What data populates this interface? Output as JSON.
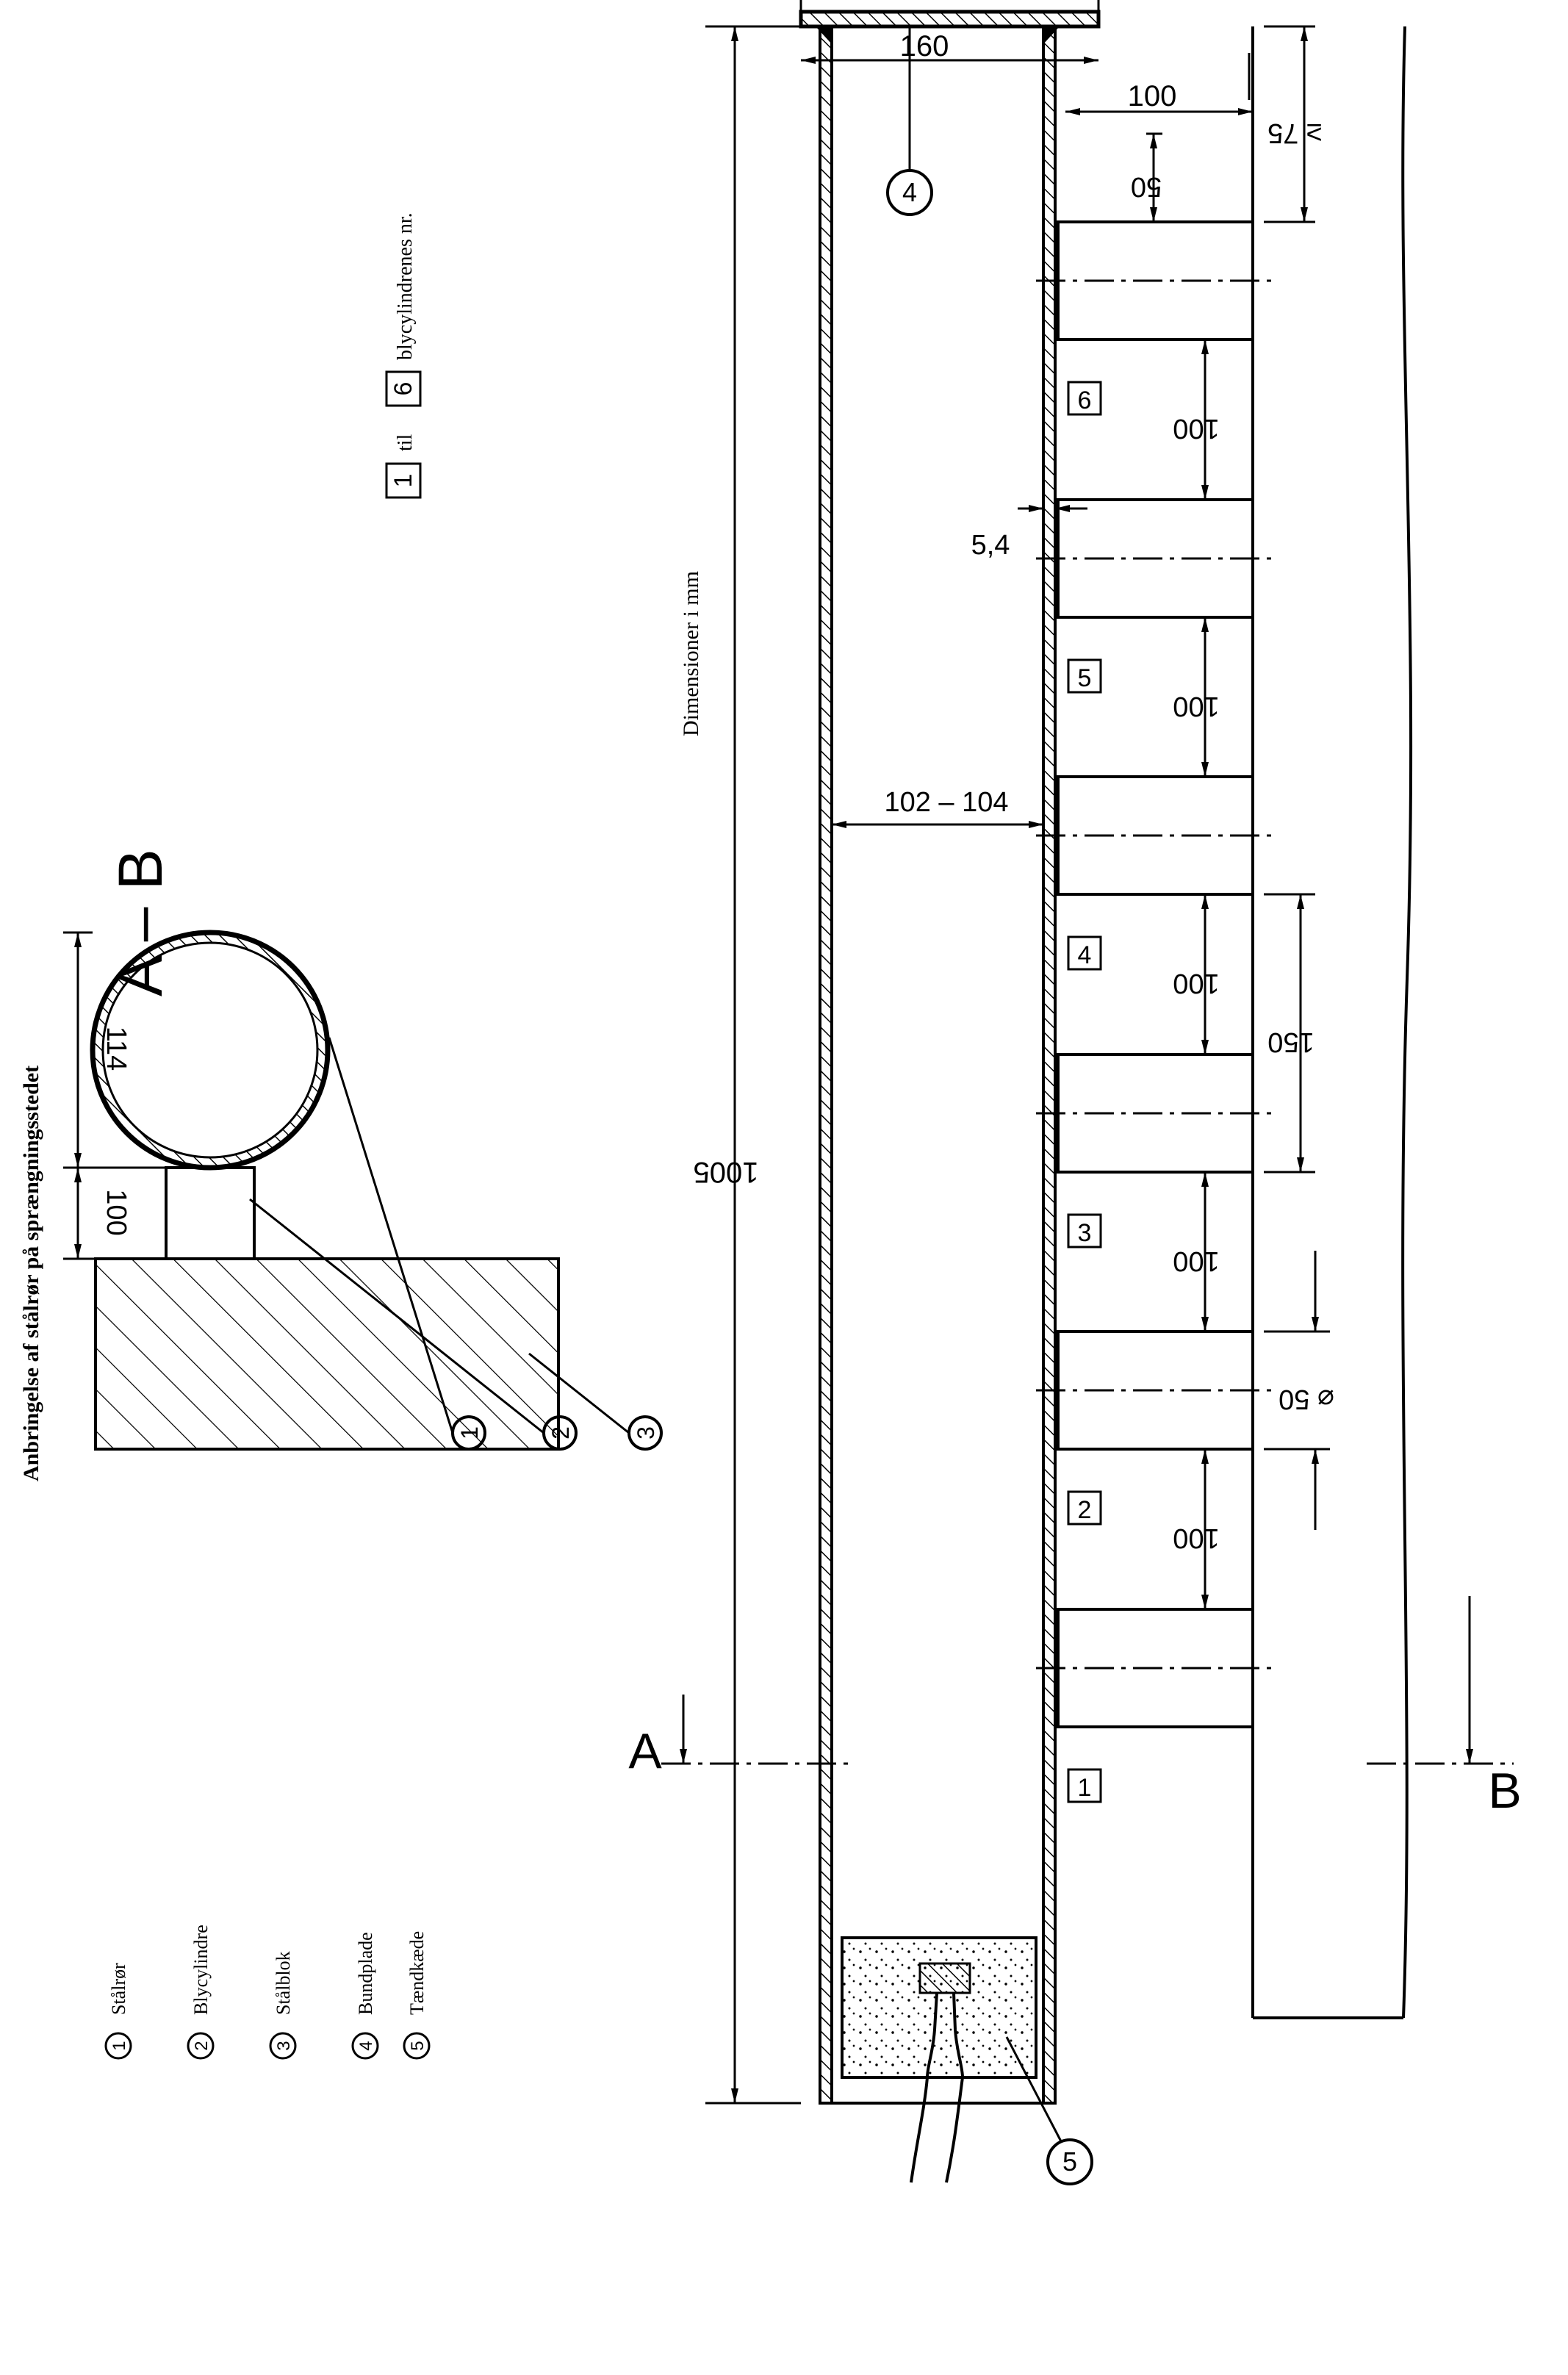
{
  "title": "Anbringelse af stålrør på sprængningsstedet",
  "legend": [
    {
      "num": "1",
      "label": "Stålrør"
    },
    {
      "num": "2",
      "label": "Blycylindre"
    },
    {
      "num": "3",
      "label": "Stålblok"
    },
    {
      "num": "4",
      "label": "Bundplade"
    },
    {
      "num": "5",
      "label": "Tændkæde"
    }
  ],
  "section": {
    "label": "A – B",
    "callouts": [
      "1",
      "2",
      "3"
    ],
    "dim_tube": "114",
    "dim_gap": "100"
  },
  "main": {
    "units_note": "Dimensioner i mm",
    "cyl_range": {
      "first": "1",
      "connector": "til",
      "last": "6",
      "suffix": "blycylindrenes nr."
    },
    "cylinder_numbers": [
      "1",
      "2",
      "3",
      "4",
      "5",
      "6"
    ],
    "section_marks": {
      "a": "A",
      "b": "B"
    },
    "callouts": {
      "plate": "4",
      "detonator": "5"
    },
    "dims": {
      "length": "1005",
      "inner_diameter": "102 – 104",
      "wall": "5,4",
      "plate_width": "160",
      "block_offset": "100",
      "end_spacing": "50",
      "end_overhang": "≥ 75",
      "spacing": "100",
      "lead_diameter": "⌀ 50",
      "block_gap": "150"
    }
  },
  "colors": {
    "ink": "#000000",
    "paper": "#ffffff"
  }
}
